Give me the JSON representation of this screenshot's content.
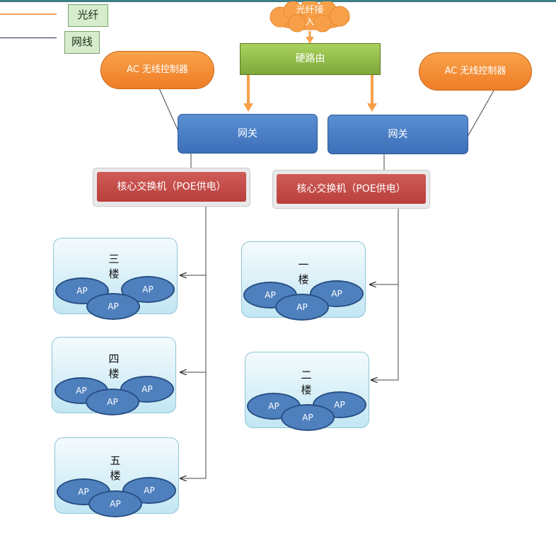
{
  "legend": {
    "fiber": {
      "label": "光纤",
      "color": "#f4a35f"
    },
    "network": {
      "label": "网线",
      "color": "#1f2a44"
    }
  },
  "fiber_access": {
    "line1": "光纤接",
    "line2": "入",
    "color": "#f7a049"
  },
  "router": {
    "label": "硬路由",
    "color": "#8fbc48"
  },
  "ac_left": {
    "label": "AC 无线控制器"
  },
  "ac_right": {
    "label": "AC 无线控制器"
  },
  "gateway_left": {
    "label": "网关"
  },
  "gateway_right": {
    "label": "网关"
  },
  "switch_left": {
    "label": "核心交换机（POE供电）"
  },
  "switch_right": {
    "label": "核心交换机（POE供电）"
  },
  "floors": [
    {
      "line1": "三",
      "line2": "楼",
      "aps": [
        "AP",
        "AP",
        "AP"
      ]
    },
    {
      "line1": "四",
      "line2": "楼",
      "aps": [
        "AP",
        "AP",
        "AP"
      ]
    },
    {
      "line1": "五",
      "line2": "楼",
      "aps": [
        "AP",
        "AP",
        "AP"
      ]
    },
    {
      "line1": "一",
      "line2": "楼",
      "aps": [
        "AP",
        "AP",
        "AP"
      ]
    },
    {
      "line1": "二",
      "line2": "楼",
      "aps": [
        "AP",
        "AP",
        "AP"
      ]
    }
  ]
}
